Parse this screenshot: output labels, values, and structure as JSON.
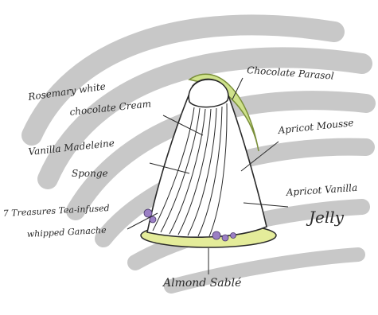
{
  "diagram": {
    "labels": {
      "rosemary_line1": "Rosemary white",
      "rosemary_line2": "chocolate Cream",
      "chocolate_parasol": "Chocolate Parasol",
      "apricot_mousse": "Apricot Mousse",
      "vanilla_line1": "Vanilla Madeleine",
      "vanilla_line2": "Sponge",
      "jelly_line1": "Apricot Vanilla",
      "jelly_line2": "Jelly",
      "treasures_line1": "7 Treasures Tea-infused",
      "treasures_line2": "whipped Ganache",
      "almond_sable": "Almond Sablé"
    },
    "colors": {
      "background_arcs": "#c8c8c8",
      "parasol": "#cfe28b",
      "parasol_outline": "#7a8f3a",
      "sable_base": "#e4ec9a",
      "ganache_dots": "#9b7fc4",
      "ink": "#2a2a2a"
    }
  }
}
